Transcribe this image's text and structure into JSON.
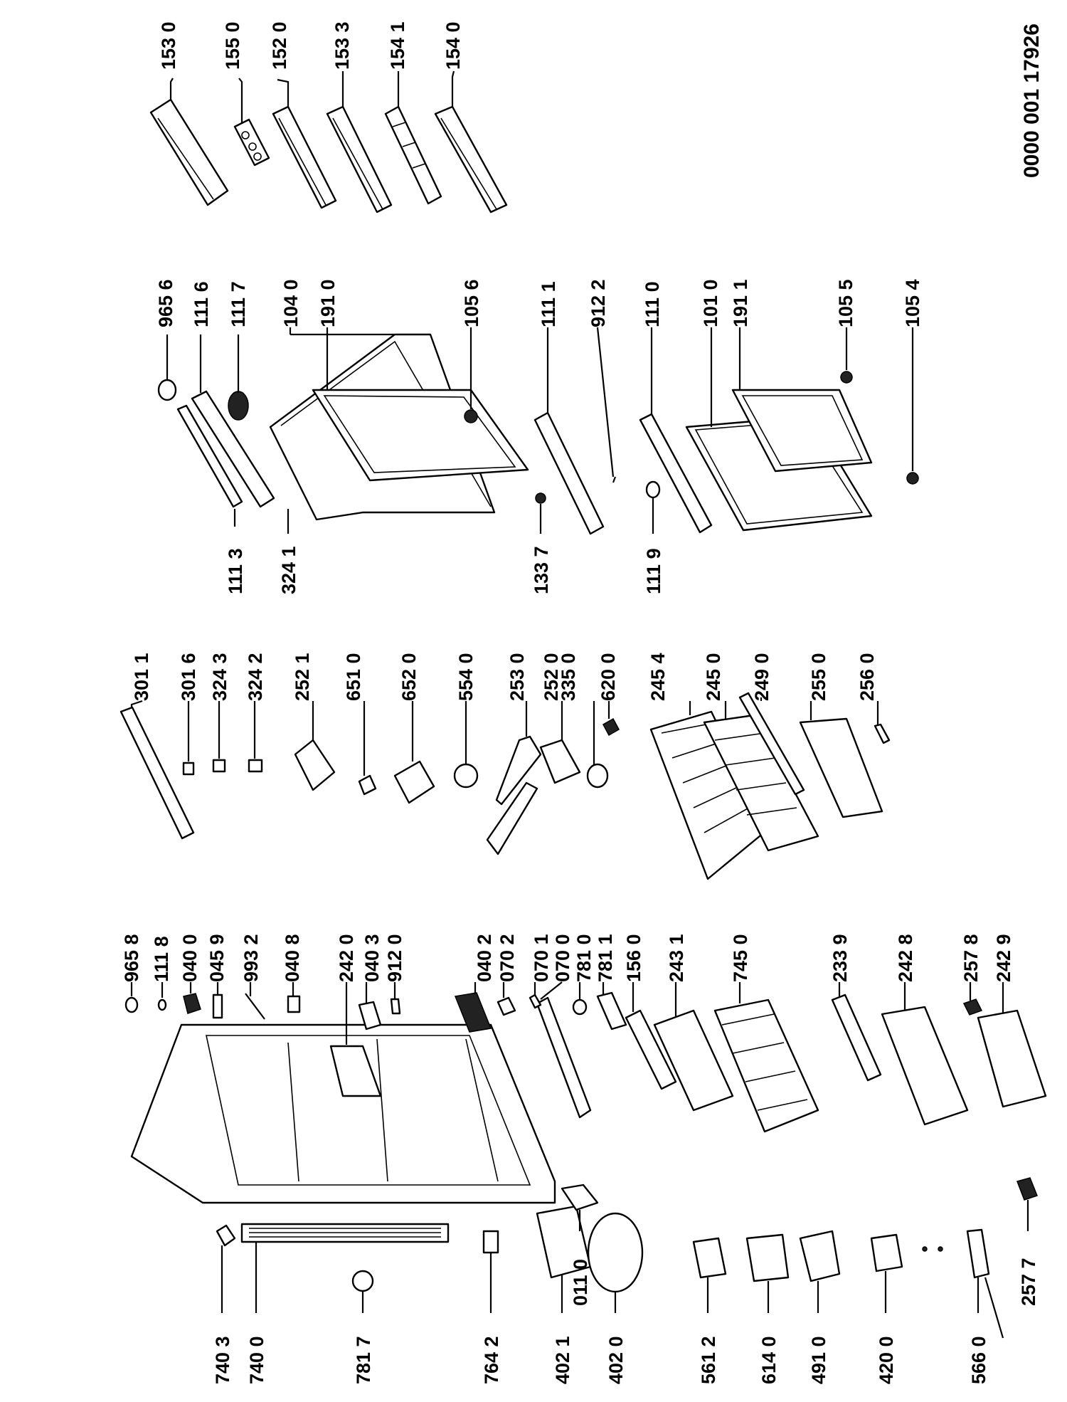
{
  "doc_code": "0000 001 17926",
  "labels": {
    "g1": [
      "153 0",
      "155 0",
      "152 0",
      "153 3",
      "154 1",
      "154 0"
    ],
    "g2_top": [
      "965 6",
      "111 6",
      "111 7",
      "104 0",
      "191 0",
      "105 6",
      "111 1",
      "912 2",
      "111 0",
      "101 0",
      "191 1",
      "105 5",
      "105 4"
    ],
    "g2_bot": [
      "111 3",
      "324 1",
      "133 7",
      "111 9"
    ],
    "g3": [
      "301 1",
      "301 6",
      "324 3",
      "324 2",
      "252 1",
      "651 0",
      "652 0",
      "554 0",
      "253 0",
      "252 0",
      "335 0",
      "620 0",
      "245 4",
      "245 0",
      "249 0",
      "255 0",
      "256 0"
    ],
    "g4": [
      "965 8",
      "111 8",
      "040 0",
      "045 9",
      "993 2",
      "040 8",
      "242 0",
      "040 3",
      "912 0",
      "040 2",
      "070 2",
      "070 1",
      "070 0",
      "781 0",
      "781 1",
      "156 0",
      "243 1",
      "745 0",
      "233 9",
      "242 8",
      "257 8",
      "242 9"
    ],
    "g5": [
      "740 3",
      "740 0",
      "781 7",
      "764 2",
      "402 1",
      "402 0",
      "561 2",
      "614 0",
      "491 0",
      "420 0",
      "566 0",
      "011 0",
      "257 7"
    ]
  },
  "colors": {
    "ink": "#000000",
    "paper": "#ffffff"
  }
}
